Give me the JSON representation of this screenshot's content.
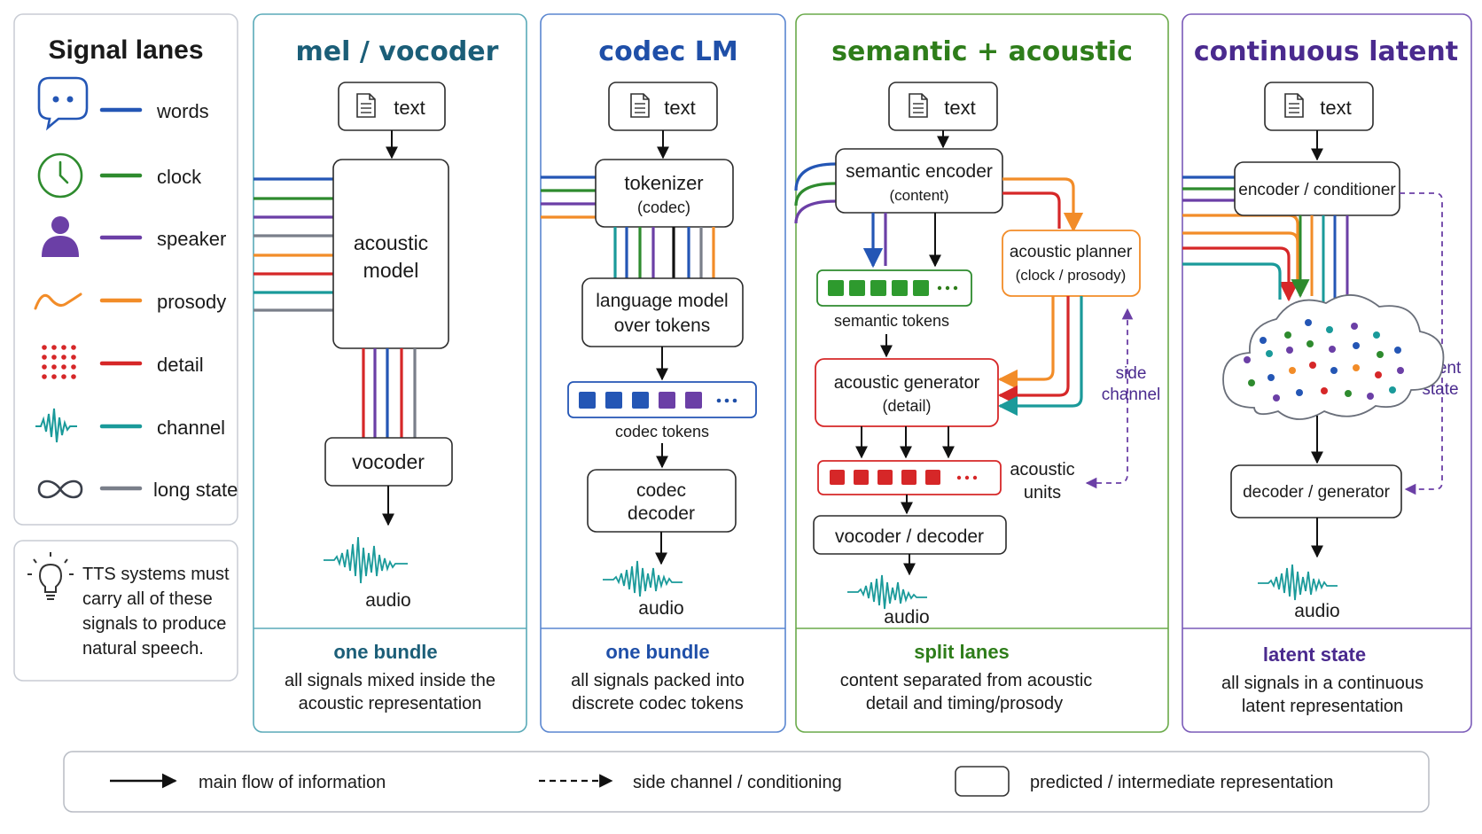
{
  "colors": {
    "words": "#2456b5",
    "clock": "#2e8b2e",
    "speaker": "#6b3fa6",
    "prosody": "#f28c28",
    "detail": "#d62728",
    "channel": "#1a9a9a",
    "long_state": "#7a7f8a",
    "mel_title": "#1b5e78",
    "mel_panel": "#5aaab8",
    "codec_title": "#1f4fa8",
    "codec_panel": "#5a86d0",
    "sem_title": "#2e7d1a",
    "sem_panel": "#6aaa4a",
    "cont_title": "#4a2a8e",
    "cont_panel": "#7a5ab8",
    "planner_border": "#f28c28",
    "generator_border": "#d62728",
    "side_channel": "#6b3fa6"
  },
  "legend": {
    "title": "Signal lanes",
    "items": [
      {
        "label": "words",
        "icon": "speech-bubble-icon"
      },
      {
        "label": "clock",
        "icon": "clock-icon"
      },
      {
        "label": "speaker",
        "icon": "person-icon"
      },
      {
        "label": "prosody",
        "icon": "wave-icon"
      },
      {
        "label": "detail",
        "icon": "dot-grid-icon"
      },
      {
        "label": "channel",
        "icon": "waveform-icon"
      },
      {
        "label": "long state",
        "icon": "infinity-icon"
      }
    ],
    "note": [
      "TTS systems must",
      "carry all of these",
      "signals to produce",
      "natural speech."
    ],
    "note_icon": "lightbulb-icon"
  },
  "panels": {
    "mel": {
      "title": "mel / vocoder",
      "text": "text",
      "model": [
        "acoustic",
        "model"
      ],
      "vocoder": "vocoder",
      "audio": "audio",
      "footer_title": "one bundle",
      "footer": [
        "all signals mixed inside the",
        "acoustic representation"
      ]
    },
    "codec": {
      "title": "codec LM",
      "text": "text",
      "tokenizer": [
        "tokenizer",
        "(codec)"
      ],
      "lm": [
        "language model",
        "over tokens"
      ],
      "tokens_label": "codec tokens",
      "decoder": [
        "codec",
        "decoder"
      ],
      "audio": "audio",
      "footer_title": "one bundle",
      "footer": [
        "all signals packed into",
        "discrete codec tokens"
      ]
    },
    "semantic": {
      "title": "semantic + acoustic",
      "text": "text",
      "encoder": [
        "semantic encoder",
        "(content)"
      ],
      "planner": [
        "acoustic planner",
        "(clock / prosody)"
      ],
      "tokens_label": "semantic tokens",
      "generator": [
        "acoustic generator",
        "(detail)"
      ],
      "side_channel": [
        "side",
        "channel"
      ],
      "units": [
        "acoustic",
        "units"
      ],
      "vocoder": "vocoder / decoder",
      "audio": "audio",
      "footer_title": "split lanes",
      "footer": [
        "content separated from acoustic",
        "detail and timing/prosody"
      ]
    },
    "continuous": {
      "title": "continuous latent",
      "text": "text",
      "encoder": "encoder / conditioner",
      "latent_state": [
        "latent",
        "state"
      ],
      "decoder": "decoder / generator",
      "audio": "audio",
      "footer_title": "latent state",
      "footer": [
        "all signals in a continuous",
        "latent representation"
      ]
    }
  },
  "bottom_legend": {
    "main_flow": "main flow of information",
    "side_channel": "side channel / conditioning",
    "intermediate": "predicted / intermediate representation"
  }
}
